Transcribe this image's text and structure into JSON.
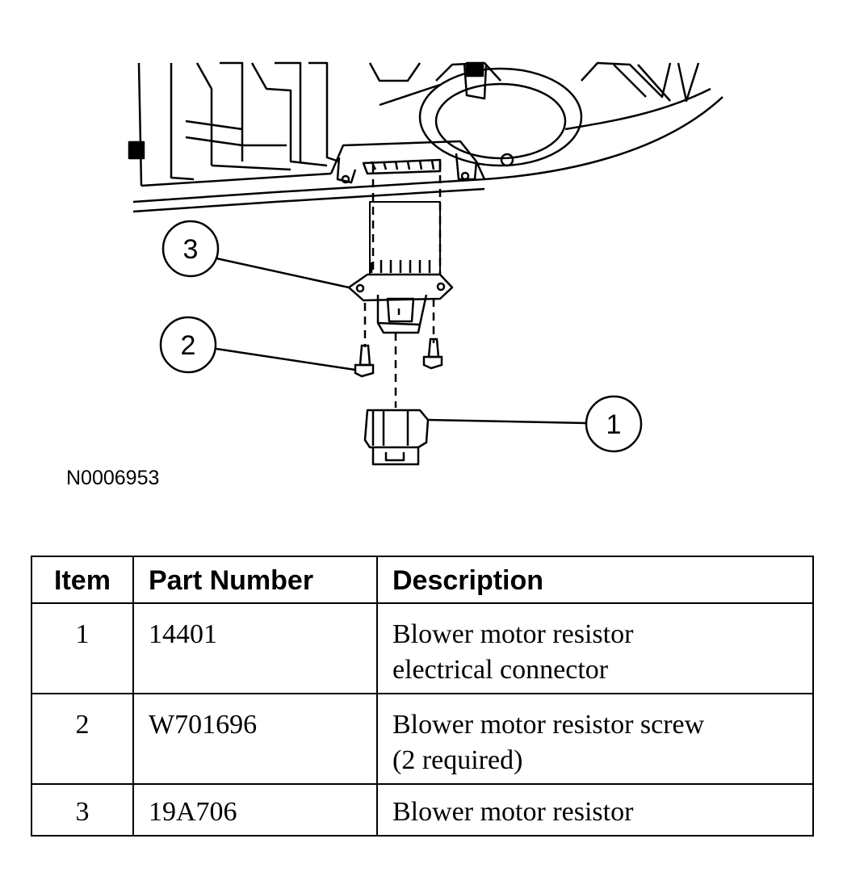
{
  "diagram": {
    "figure_id": "N0006953",
    "callouts": [
      "1",
      "2",
      "3"
    ]
  },
  "table": {
    "headers": {
      "item": "Item",
      "part_number": "Part Number",
      "description": "Description"
    },
    "rows": [
      {
        "item": "1",
        "part_number": "14401",
        "description_lines": [
          "Blower motor resistor",
          "electrical connector"
        ]
      },
      {
        "item": "2",
        "part_number": "W701696",
        "description_lines": [
          "Blower motor resistor screw",
          "(2 required)"
        ]
      },
      {
        "item": "3",
        "part_number": "19A706",
        "description_lines": [
          "Blower motor resistor"
        ]
      }
    ]
  }
}
